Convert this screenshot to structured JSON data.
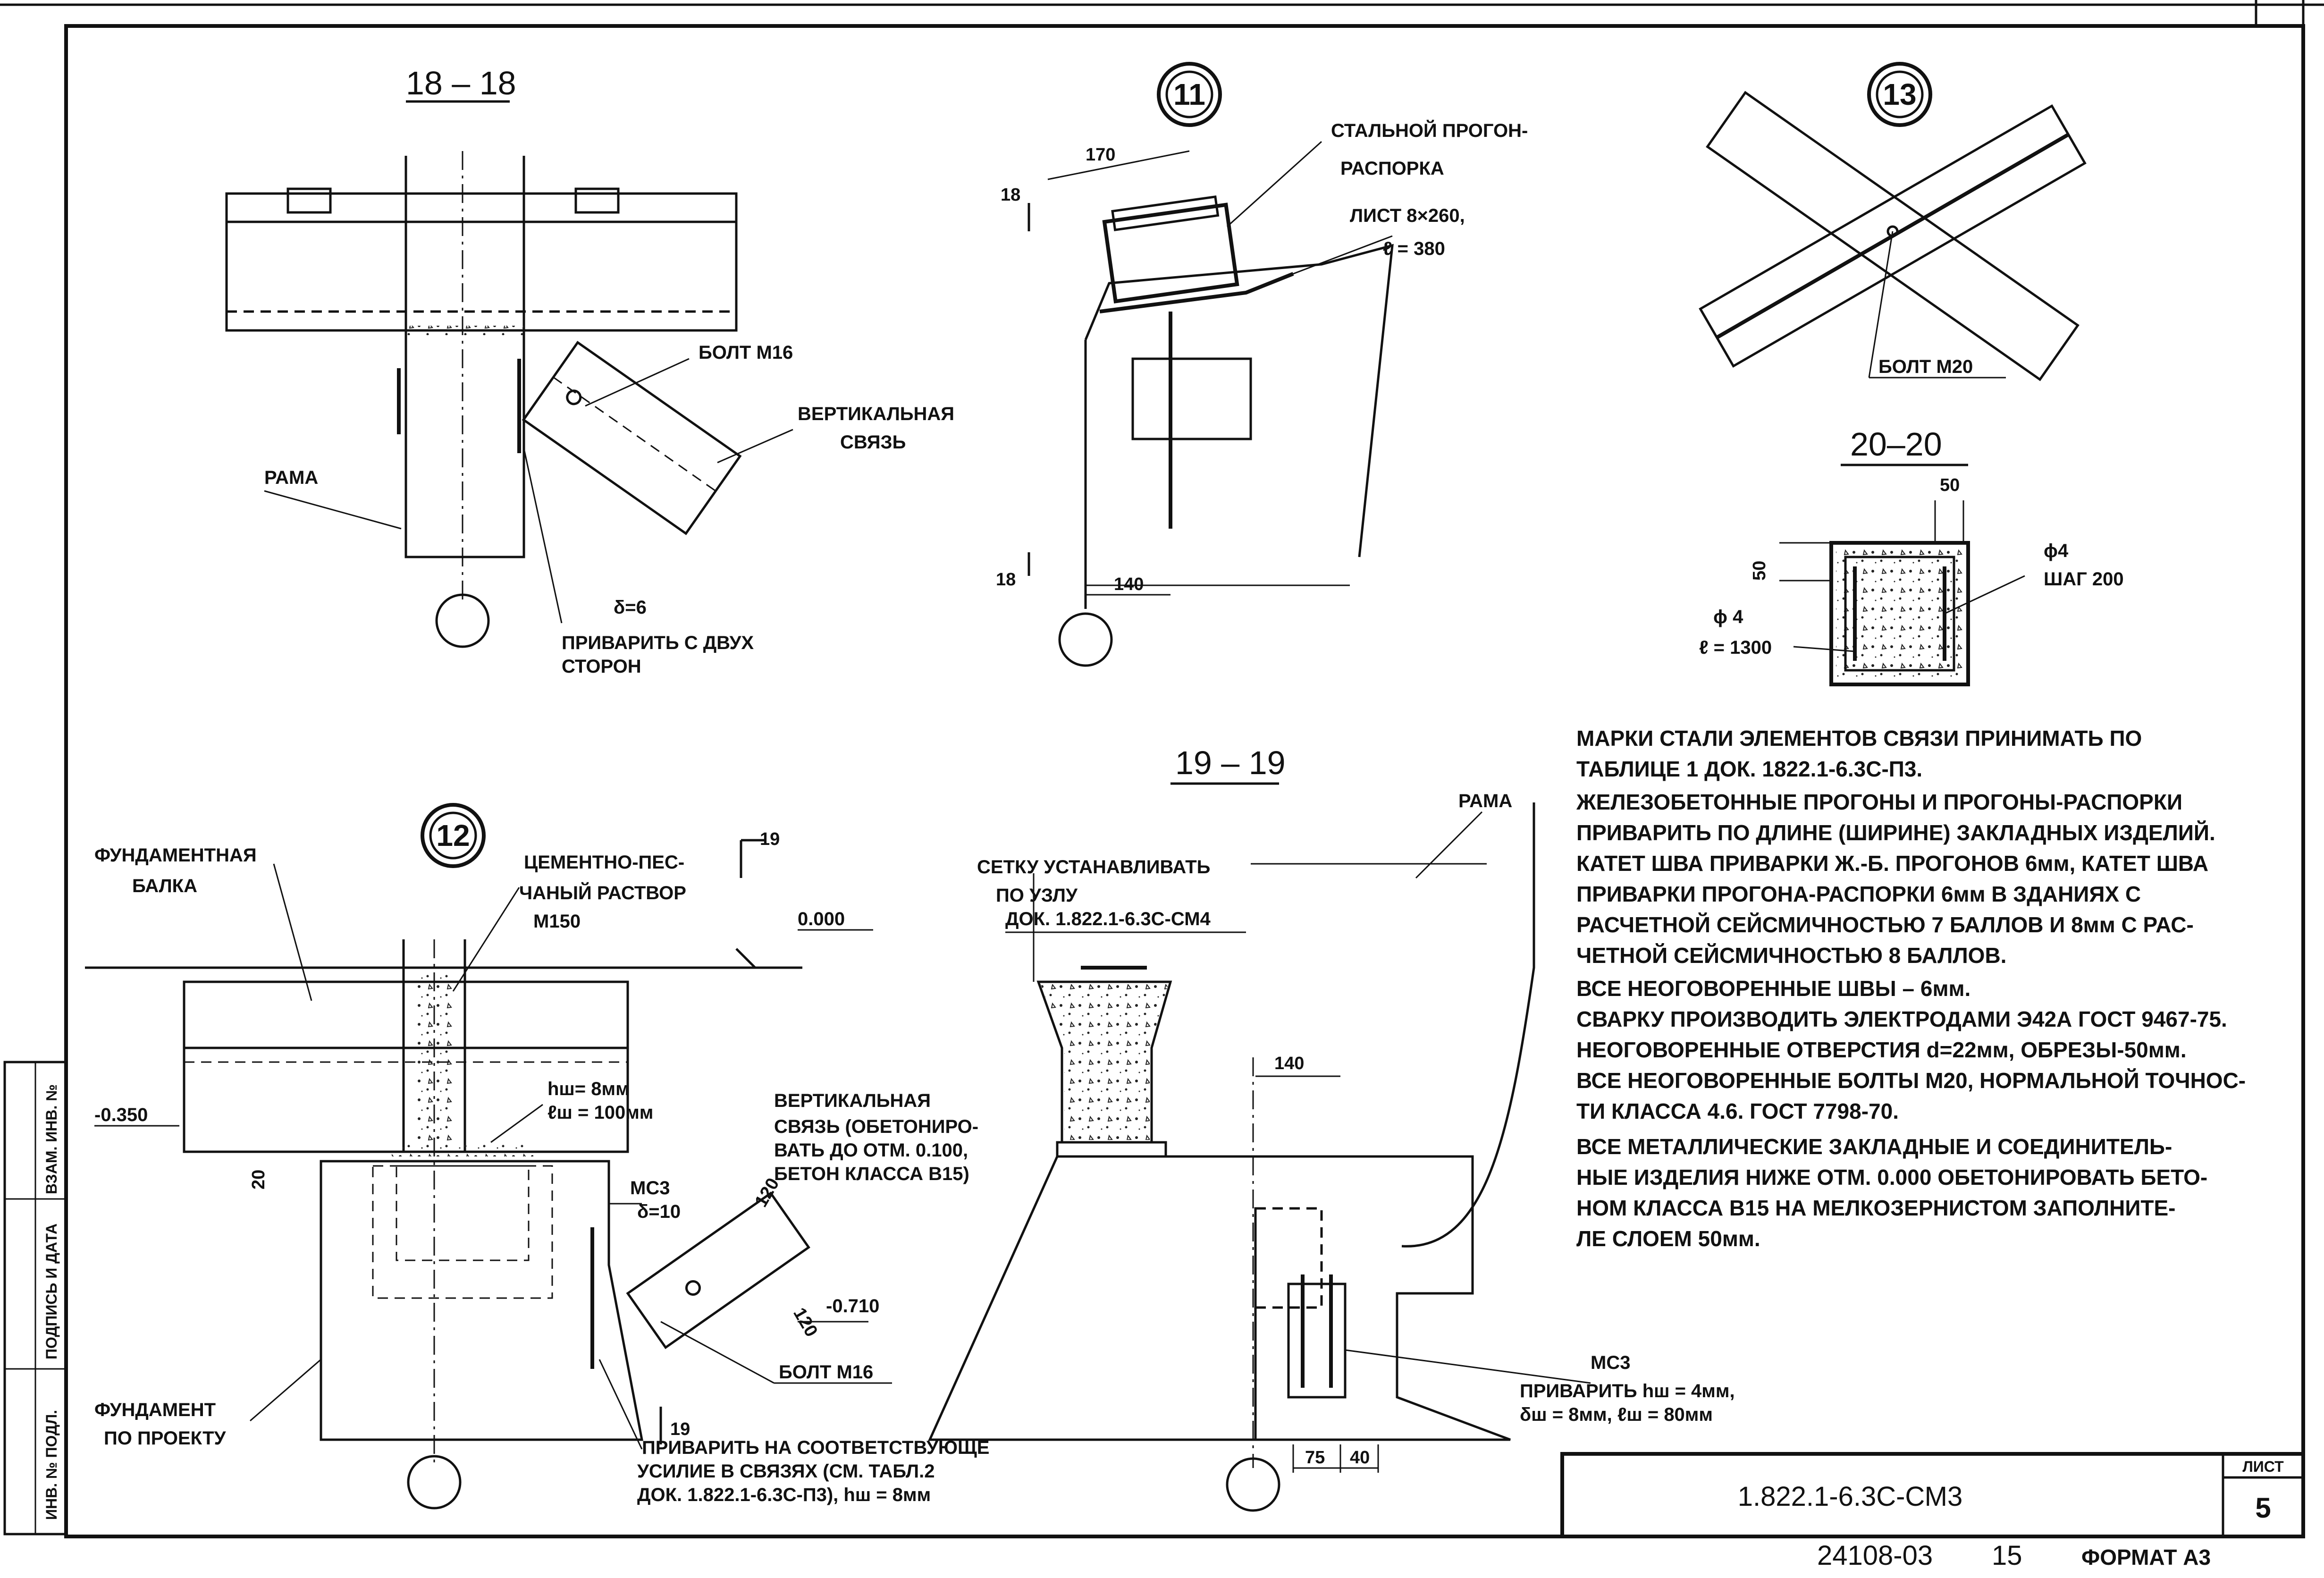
{
  "sections": {
    "s18": "18 – 18",
    "s19": "19 – 19",
    "s20": "20–20"
  },
  "nodes": {
    "n11": "11",
    "n12": "12",
    "n13": "13"
  },
  "view18": {
    "bolt": "БОЛТ М16",
    "vertical_brace_1": "ВЕРТИКАЛЬНАЯ",
    "vertical_brace_2": "СВЯЗЬ",
    "frame": "РАМА",
    "delta": "δ=6",
    "weld_1": "ПРИВАРИТЬ С ДВУХ",
    "weld_2": "СТОРОН"
  },
  "node11": {
    "purlin_1": "СТАЛЬНОЙ ПРОГОН-",
    "purlin_2": "РАСПОРКА",
    "sheet_1": "ЛИСТ 8×260,",
    "sheet_2": "ℓ = 380",
    "dim_170": "170",
    "mark_18_top": "18",
    "mark_18_bot": "18",
    "dim_140": "140"
  },
  "node13": {
    "bolt": "БОЛТ М20"
  },
  "view20": {
    "dim_50": "50",
    "dim_left": "50",
    "phi4_top": "ϕ4",
    "step": "ШАГ 200",
    "phi4_bot": "ϕ 4",
    "length": "ℓ = 1300"
  },
  "node12": {
    "found_beam_1": "ФУНДАМЕНТНАЯ",
    "found_beam_2": "БАЛКА",
    "mortar_1": "ЦЕМЕНТНО-ПЕС-",
    "mortar_2": "ЧАНЫЙ РАСТВОР",
    "mortar_3": "М150",
    "mark_19": "19",
    "mark_19b": "19",
    "elev_0": "0.000",
    "elev_350": "-0.350",
    "elev_710": "-0.710",
    "hw": "hш= 8мм",
    "lw": "ℓш = 100мм",
    "dim_20": "20",
    "mc3": "МС3",
    "delta10": "δ=10",
    "dim_120a": "120",
    "dim_120b": "120",
    "brace_1": "ВЕРТИКАЛЬНАЯ",
    "brace_2": "СВЯЗЬ (ОБЕТОНИРО-",
    "brace_3": "ВАТЬ ДО ОТМ. 0.100,",
    "brace_4": "БЕТОН КЛАССА В15)",
    "bolt": "БОЛТ М16",
    "foundation_1": "ФУНДАМЕНТ",
    "foundation_2": "ПО ПРОЕКТУ",
    "weld_1": "ПРИВАРИТЬ НА СООТВЕТСТВУЮЩЕ",
    "weld_2": "УСИЛИЕ В СВЯЗЯХ (СМ. ТАБЛ.2",
    "weld_3": "ДОК. 1.822.1-6.3С-П3), hш = 8мм"
  },
  "view19": {
    "frame": "РАМА",
    "mesh_1": "СЕТКУ УСТАНАВЛИВАТЬ",
    "mesh_2": "ПО УЗЛУ",
    "mesh_3": "ДОК. 1.822.1-6.3С-СМ4",
    "dim_140": "140",
    "mc3": "МС3",
    "weld_1": "ПРИВАРИТЬ hш = 4мм,",
    "weld_2": "δш = 8мм, ℓш = 80мм",
    "dim_75": "75",
    "dim_40": "40"
  },
  "notes": [
    "МАРКИ СТАЛИ ЭЛЕМЕНТОВ СВЯЗИ ПРИНИМАТЬ ПО",
    "ТАБЛИЦЕ 1 ДОК. 1822.1-6.3С-П3.",
    "ЖЕЛЕЗОБЕТОННЫЕ ПРОГОНЫ И ПРОГОНЫ-РАСПОРКИ",
    "ПРИВАРИТЬ ПО ДЛИНЕ (ШИРИНЕ) ЗАКЛАДНЫХ ИЗДЕЛИЙ.",
    "КАТЕТ ШВА ПРИВАРКИ Ж.-Б. ПРОГОНОВ 6мм, КАТЕТ ШВА",
    "ПРИВАРКИ ПРОГОНА-РАСПОРКИ 6мм В ЗДАНИЯХ С",
    "РАСЧЕТНОЙ СЕЙСМИЧНОСТЬЮ 7 БАЛЛОВ И 8мм С РАС-",
    "ЧЕТНОЙ СЕЙСМИЧНОСТЬЮ 8 БАЛЛОВ.",
    "ВСЕ НЕОГОВОРЕННЫЕ ШВЫ – 6мм.",
    "СВАРКУ ПРОИЗВОДИТЬ ЭЛЕКТРОДАМИ Э42А ГОСТ 9467-75.",
    "НЕОГОВОРЕННЫЕ ОТВЕРСТИЯ d=22мм, ОБРЕЗЫ-50мм.",
    "ВСЕ НЕОГОВОРЕННЫЕ БОЛТЫ М20, НОРМАЛЬНОЙ ТОЧНОС-",
    "ТИ КЛАССА 4.6. ГОСТ 7798-70.",
    "ВСЕ МЕТАЛЛИЧЕСКИЕ ЗАКЛАДНЫЕ И СОЕДИНИТЕЛЬ-",
    "НЫЕ ИЗДЕЛИЯ НИЖЕ ОТМ. 0.000 ОБЕТОНИРОВАТЬ БЕТО-",
    "НОМ КЛАССА В15 НА МЕЛКОЗЕРНИСТОМ ЗАПОЛНИТЕ-",
    "ЛЕ СЛОЕМ 50мм."
  ],
  "title_block": {
    "code": "1.822.1-6.3С-СМ3",
    "sheet_label": "ЛИСТ",
    "sheet_number": "5"
  },
  "footer": {
    "inv": "24108-03",
    "page": "15",
    "format": "ФОРМАТ А3"
  },
  "side_stamp": {
    "c1": "ИНВ. № ПОДЛ.",
    "c2": "ПОДПИСЬ И ДАТА",
    "c3": "ВЗАМ. ИНВ. №"
  }
}
